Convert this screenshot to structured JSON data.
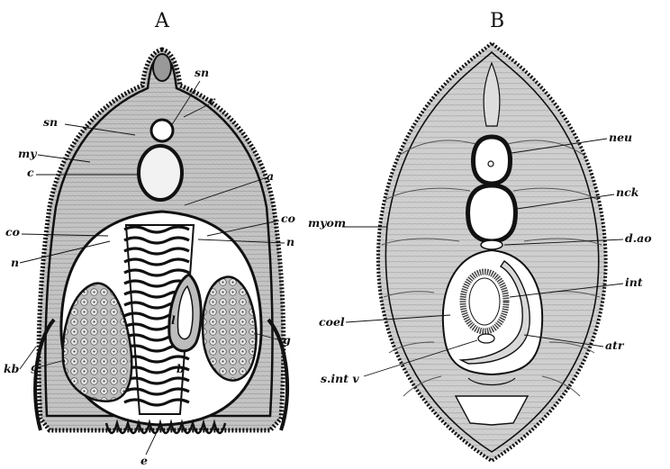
{
  "figure": {
    "panel_a": {
      "title": "A",
      "labels": {
        "sn_top": "sn",
        "r": "r",
        "sn_left": "sn",
        "my": "my",
        "c": "c",
        "a": "a",
        "co_left": "co",
        "co_right": "co",
        "n_left": "n",
        "n_right": "n",
        "l": "l",
        "kb": "kb",
        "g_left": "g",
        "g_right": "g",
        "b": "b",
        "e": "e"
      }
    },
    "panel_b": {
      "title": "B",
      "labels": {
        "neu": "neu",
        "nck": "nck",
        "myom": "myom",
        "d_ao": "d.ao",
        "int": "int",
        "coel": "coel",
        "atr": "atr",
        "s_int_v": "s.int v"
      }
    }
  },
  "colors": {
    "ink": "#111111",
    "muscle": "#b9b9b9",
    "background": "#ffffff"
  }
}
